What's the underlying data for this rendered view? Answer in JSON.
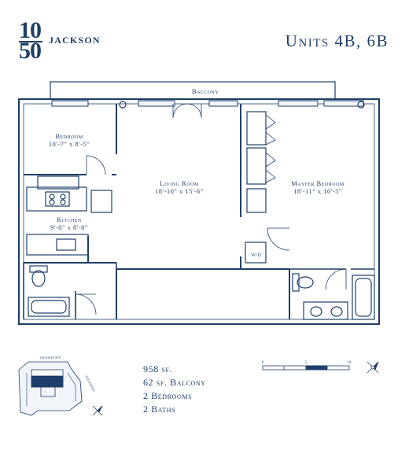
{
  "brand": {
    "num_top": "10",
    "num_bottom": "50",
    "word": "JACKSON"
  },
  "units_title": "Units 4B, 6B",
  "rooms": {
    "balcony": "Balcony",
    "bedroom": {
      "name": "Bedroom",
      "dims": "10'-7\" x 8'-5\""
    },
    "living": {
      "name": "Living Room",
      "dims": "18'-10\" x 15'-6\""
    },
    "kitchen": {
      "name": "Kitchen",
      "dims": "9'-0\" x 8'-8\""
    },
    "master": {
      "name": "Master Bedroom",
      "dims": "18'-11\" x 10'-5\""
    },
    "wd": "W/D"
  },
  "stats": [
    "958 sf.",
    "62 sf. Balcony",
    "2 Bedrooms",
    "2 Baths"
  ],
  "scale": {
    "ticks": [
      "0",
      "5",
      "10"
    ]
  },
  "keyplan": {
    "street_top": "JACKSON AVE",
    "street_side": "4TH STREET"
  },
  "colors": {
    "ink": "#1f3f6a",
    "fill": "#f1f4f8"
  }
}
